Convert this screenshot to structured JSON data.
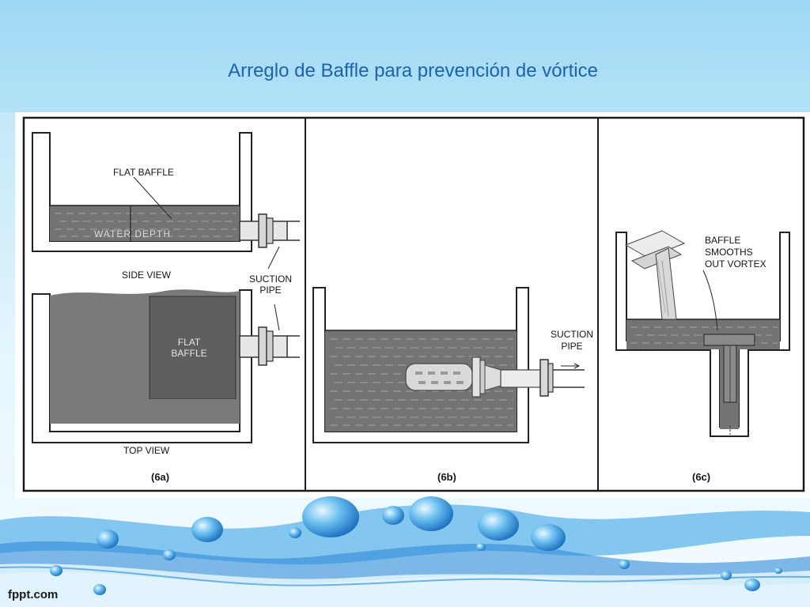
{
  "slide": {
    "title": "Arreglo de Baffle para prevención de vórtice",
    "footer_logo": "fppt.com"
  },
  "figure": {
    "panel_a": {
      "label": "(6a)",
      "flat_baffle_top": "FLAT BAFFLE",
      "water_depth": "WATER DEPTH",
      "side_view": "SIDE VIEW",
      "suction_pipe_1": "SUCTION",
      "suction_pipe_2": "PIPE",
      "flat_baffle_1": "FLAT",
      "flat_baffle_2": "BAFFLE",
      "top_view": "TOP VIEW"
    },
    "panel_b": {
      "label": "(6b)",
      "suction_pipe_1": "SUCTION",
      "suction_pipe_2": "PIPE"
    },
    "panel_c": {
      "label": "(6c)",
      "baffle_note_1": "BAFFLE",
      "baffle_note_2": "SMOOTHS",
      "baffle_note_3": "OUT VORTEX"
    }
  },
  "colors": {
    "header": "#9ed8f4",
    "title": "#1b63b2",
    "water": "#747474",
    "baffle": "#5e5e5e",
    "frame": "#1a1a1a"
  }
}
